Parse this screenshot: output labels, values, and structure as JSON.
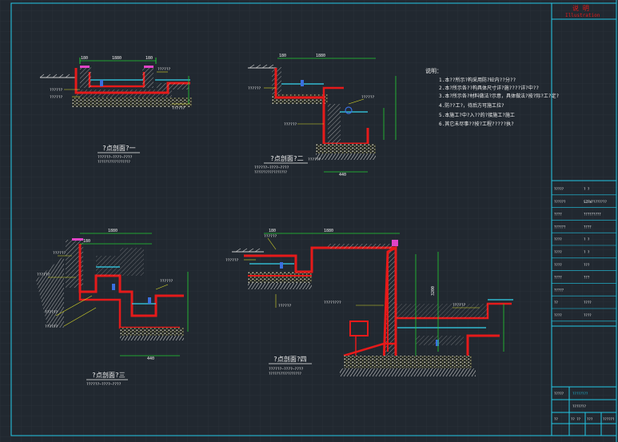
{
  "colors": {
    "background": "#212830",
    "grid": "#2b333c",
    "frame": "#22c8e6",
    "structure": "#e61a1a",
    "dimension": "#22cc33",
    "leader": "#d8d828",
    "text": "#f2f2f2",
    "cyan": "#35d4ee",
    "hatch": "#b8b8b8",
    "gravel": "#d9d9c8",
    "blue": "#3a6fe0",
    "magenta": "#e044c6"
  },
  "notes": {
    "title": "说明：",
    "lines": [
      "1.本??所示?构采用防?砼内??分??",
      "2.本?所示各??构具体尺寸详?施????详?中?? ",
      "3.本?所示各?材料做法?示意，具体做法?按?际?工?定?",
      "4.防??工?，待后方可施工拉? ",
      "5.本施工?中?入??的?接施工?施工 ",
      "6.其它未尽事??按?工程?????执?"
    ]
  },
  "details": [
    {
      "title": "?点剖面?一",
      "subtitle": "??????—????—????",
      "note": "?????????????????",
      "dims": {
        "top": "1880",
        "left": "180",
        "right": "180"
      },
      "labels": [
        "??????",
        "??????",
        "??????",
        "??????"
      ]
    },
    {
      "title": "?点剖面?二",
      "subtitle": "??????—????—????",
      "note": "?????????????????",
      "dims": {
        "top": "1880",
        "left": "180",
        "bottom": "440"
      },
      "labels": [
        "??????",
        "??????",
        "??????",
        "??????"
      ]
    },
    {
      "title": "?点剖面?三",
      "subtitle": "??????—????—????",
      "note": "?????????????????",
      "dims": {
        "top": "1880",
        "left": "180",
        "bottom": "440"
      },
      "labels": [
        "??????",
        "??????",
        "??????",
        "??????",
        "??????"
      ]
    },
    {
      "title": "?点剖面?四",
      "subtitle": "??????—????—????",
      "note": "?????????????????",
      "dims": {
        "top": "1880",
        "left": "180",
        "height": "3200"
      },
      "labels": [
        "??????",
        "??????",
        "??????",
        "??????",
        "????????"
      ]
    }
  ],
  "titleblock": {
    "header_cn": "说 明",
    "header_en": "Illustration",
    "rows": [
      {
        "label": "?????",
        "value": "? ?"
      },
      {
        "label": "??????",
        "value": "SZFW????????"
      },
      {
        "label": "????",
        "value": "?????????"
      },
      {
        "label": "??????",
        "value": "????"
      },
      {
        "label": "????",
        "value": "? ?"
      },
      {
        "label": "????",
        "value": "? ?"
      },
      {
        "label": "????",
        "value": "???"
      },
      {
        "label": "????",
        "value": "???"
      },
      {
        "label": "?????",
        "value": ""
      },
      {
        "label": "??",
        "value": "????"
      },
      {
        "label": "????",
        "value": "????"
      }
    ],
    "bottom": {
      "project": "?????",
      "code": "????????",
      "date": "???????",
      "scale_label": "??",
      "scale": "?? ??",
      "sheet": "???",
      "page": "??????"
    }
  }
}
